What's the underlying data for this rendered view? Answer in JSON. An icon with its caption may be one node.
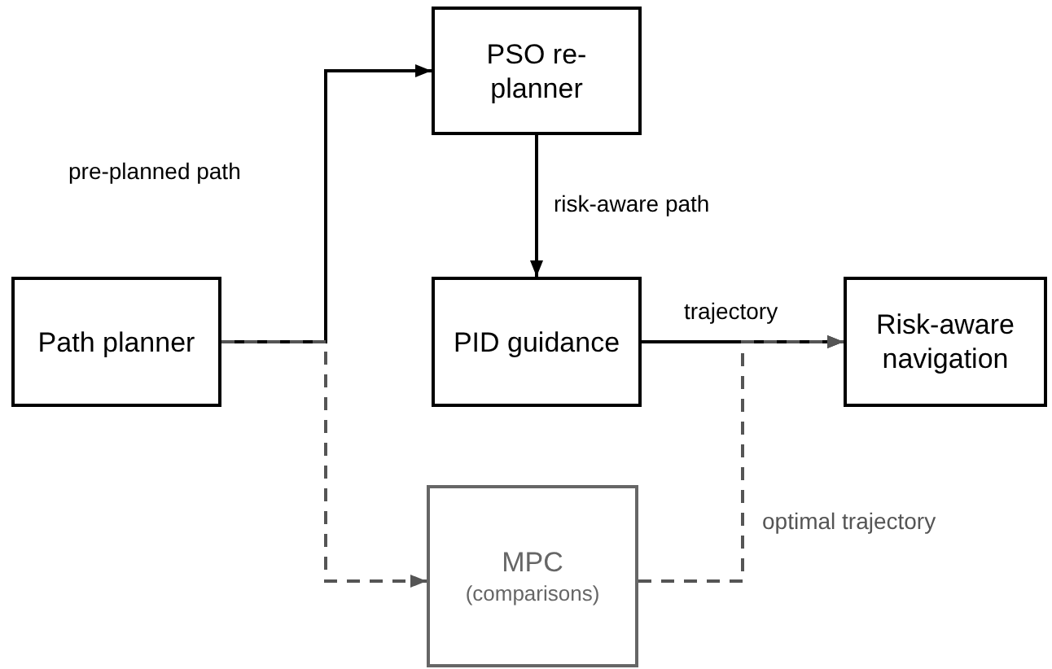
{
  "diagram": {
    "nodes": [
      {
        "text": [
          "Path planner"
        ]
      },
      {
        "text": [
          "PSO re-planner"
        ]
      },
      {
        "text": [
          "PID guidance"
        ]
      },
      {
        "text": [
          "Risk-aware navigation"
        ]
      },
      {
        "text": [
          "MPC",
          "(comparisons)"
        ]
      }
    ],
    "edges": [
      {
        "from": 0,
        "to": 1,
        "arrow": "to",
        "label": "pre-planned path"
      },
      {
        "from": 1,
        "to": 2,
        "arrow": "to",
        "label": "risk-aware path"
      },
      {
        "from": 2,
        "to": 3,
        "arrow": "to",
        "label": "trajectory"
      },
      {
        "from": 0,
        "to": 4,
        "arrow": "to",
        "style": "dashed",
        "color": "#555555"
      },
      {
        "from": 4,
        "to": 3,
        "arrow": "to",
        "style": "dashed",
        "color": "#555555",
        "label": "optimal trajectory"
      }
    ]
  }
}
